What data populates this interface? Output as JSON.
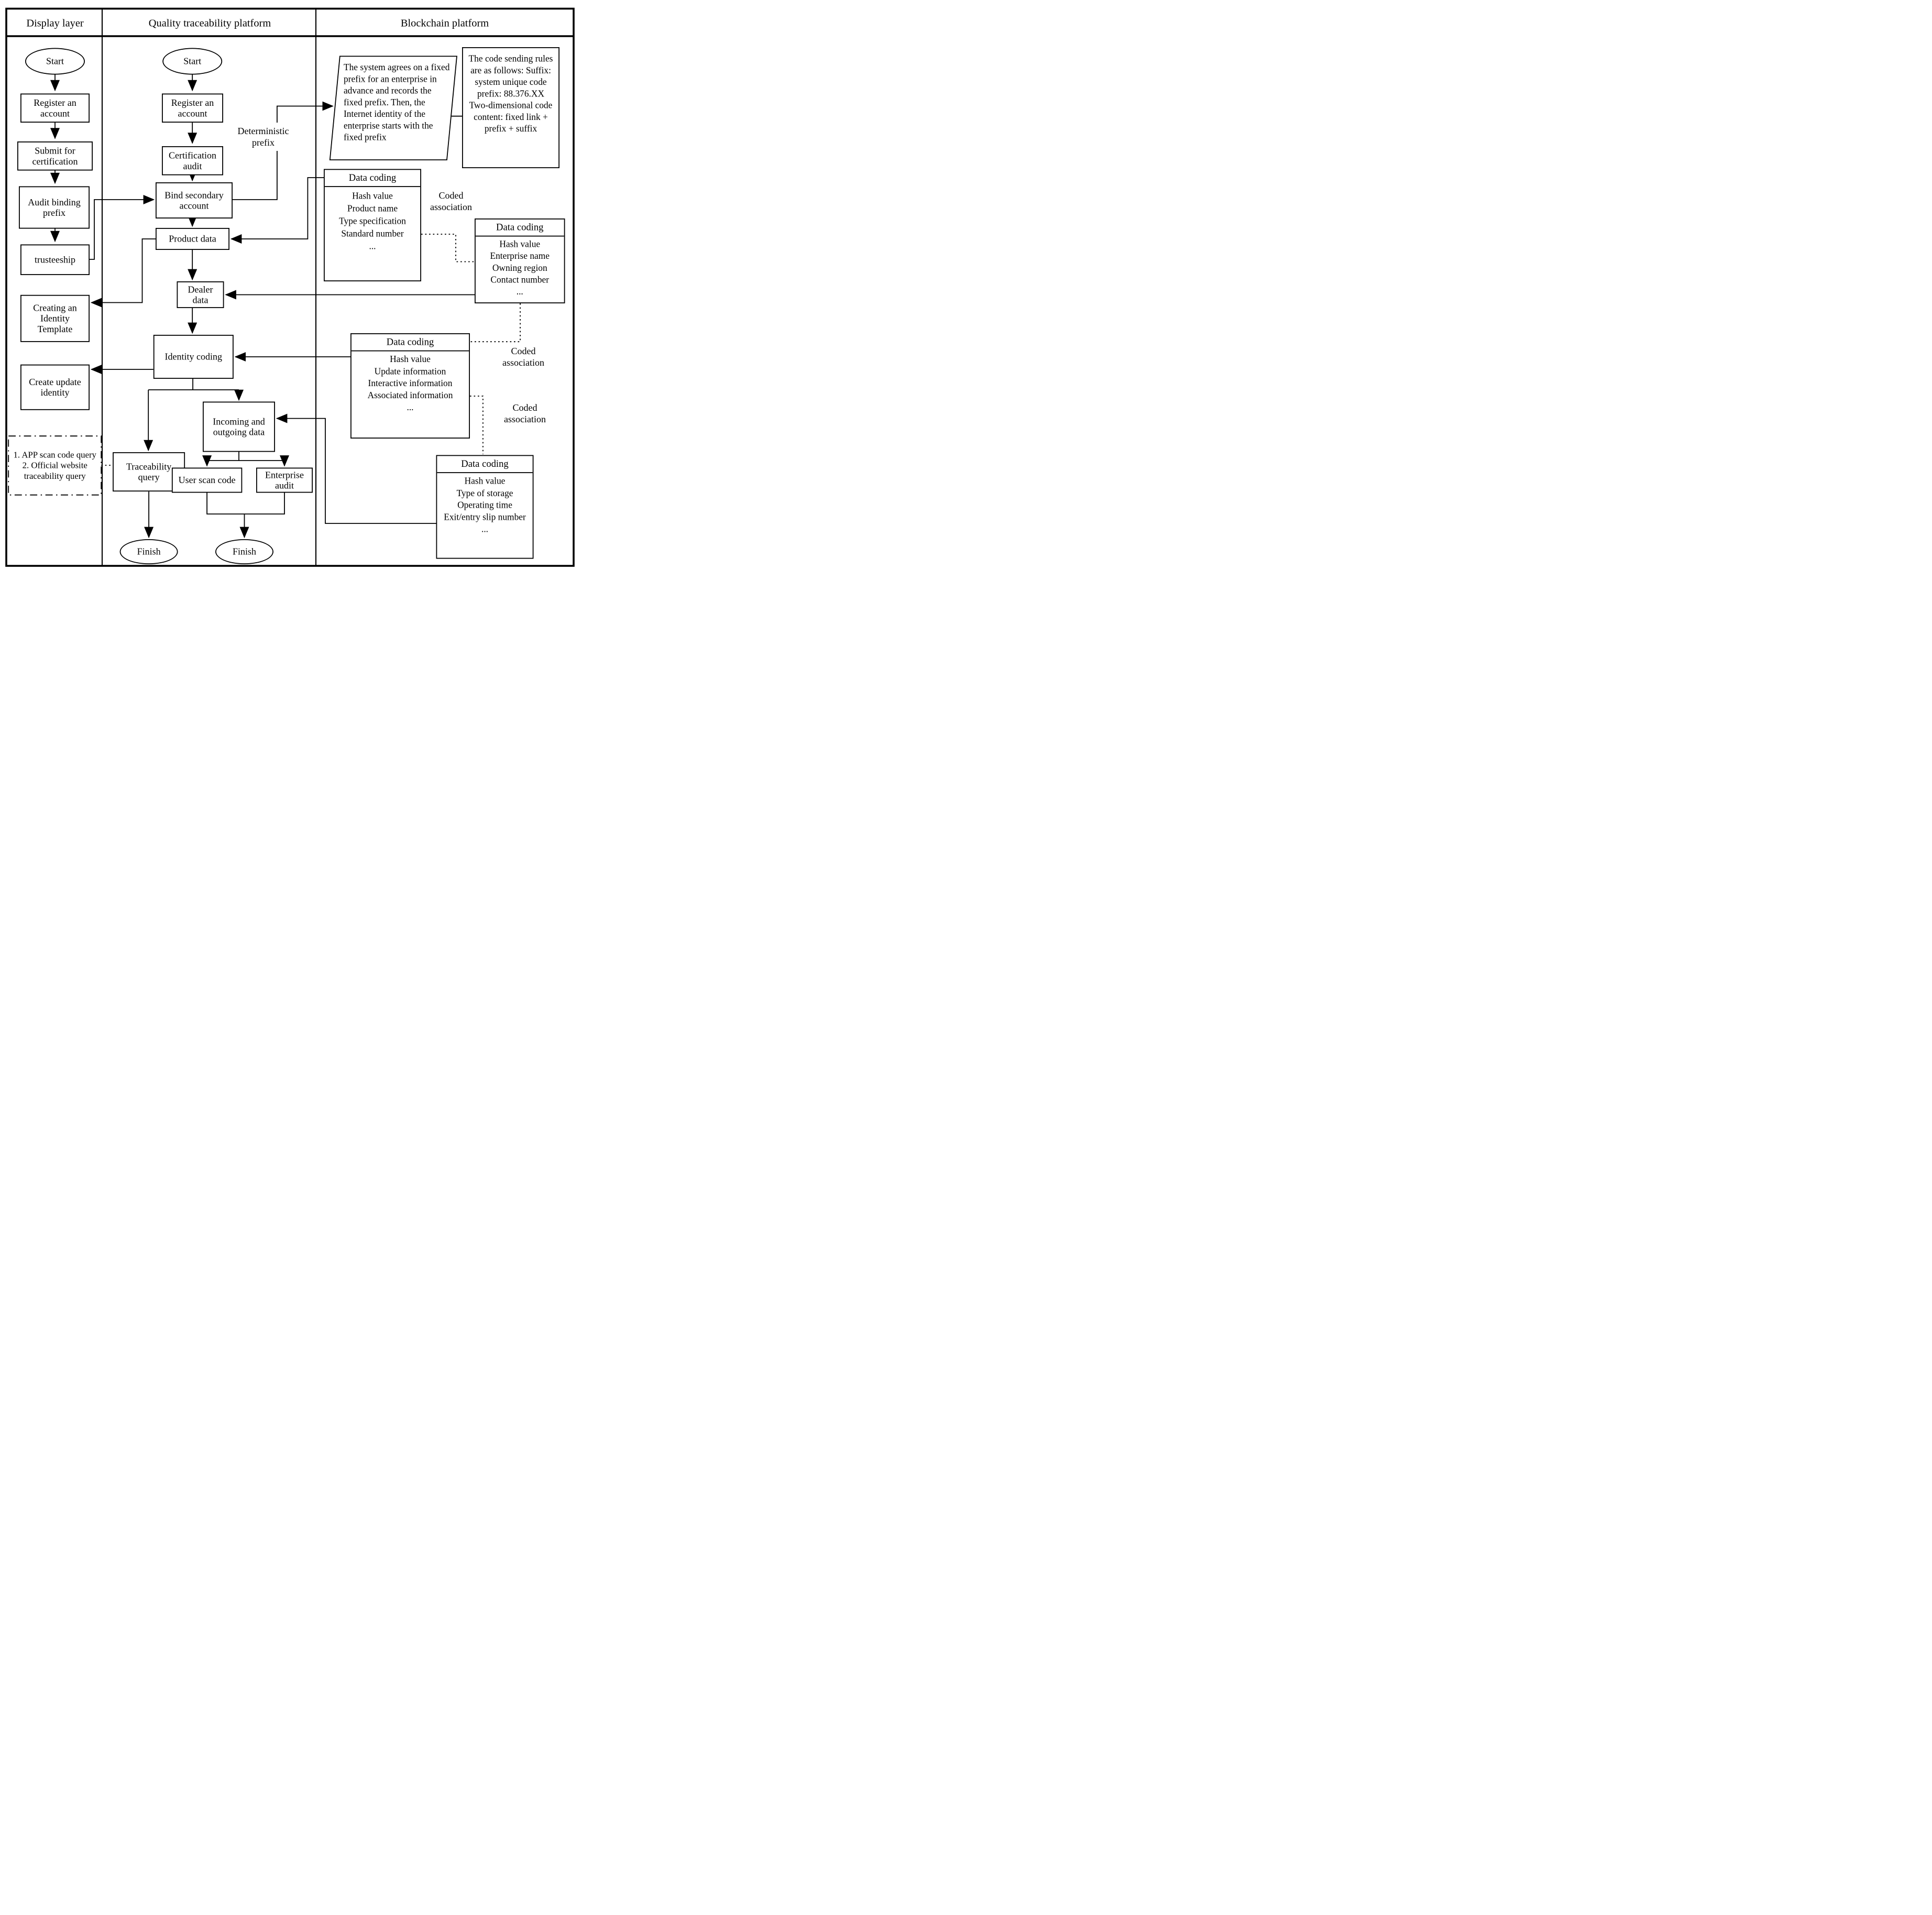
{
  "header": {
    "col1": "Display layer",
    "col2": "Quality traceability platform",
    "col3": "Blockchain platform"
  },
  "display_layer": {
    "start": "Start",
    "register": "Register an account",
    "submit": "Submit for certification",
    "audit_prefix": "Audit binding prefix",
    "trusteeship": "trusteeship",
    "creating_template": "Creating an Identity Template",
    "create_update": "Create update identity",
    "query_note": "1. APP scan code query\n2. Official website traceability query"
  },
  "platform": {
    "start": "Start",
    "register": "Register an account",
    "certification": "Certification audit",
    "bind": "Bind secondary account",
    "product": "Product data",
    "dealer": "Dealer data",
    "identity": "Identity coding",
    "traceability": "Traceability query",
    "incoming": "Incoming and outgoing data",
    "user_scan": "User scan code",
    "enterprise_audit": "Enterprise audit",
    "finish_left": "Finish",
    "finish_right": "Finish"
  },
  "blockchain": {
    "agreement_note": "The system agrees on a fixed prefix for an enterprise in advance and records the fixed prefix. Then, the Internet identity of the enterprise starts with the fixed prefix",
    "rules_note": "The code sending rules are as follows: Suffix: system unique code prefix: 88.376.XX Two-dimensional code content: fixed link + prefix + suffix",
    "deterministic_prefix": "Deterministic prefix",
    "coded_association_labels": [
      "Coded association",
      "Coded association",
      "Coded association"
    ],
    "data_coding_1": {
      "title": "Data coding",
      "items": [
        "Hash value",
        "Product name",
        "Type specification",
        "Standard number",
        "..."
      ]
    },
    "data_coding_2": {
      "title": "Data coding",
      "items": [
        "Hash value",
        "Enterprise name",
        "Owning region",
        "Contact number",
        "..."
      ]
    },
    "data_coding_3": {
      "title": "Data coding",
      "items": [
        "Hash value",
        "Update information",
        "Interactive information",
        "Associated information",
        "..."
      ]
    },
    "data_coding_4": {
      "title": "Data coding",
      "items": [
        "Hash value",
        "Type of storage",
        "Operating time",
        "Exit/entry slip number",
        "..."
      ]
    }
  }
}
